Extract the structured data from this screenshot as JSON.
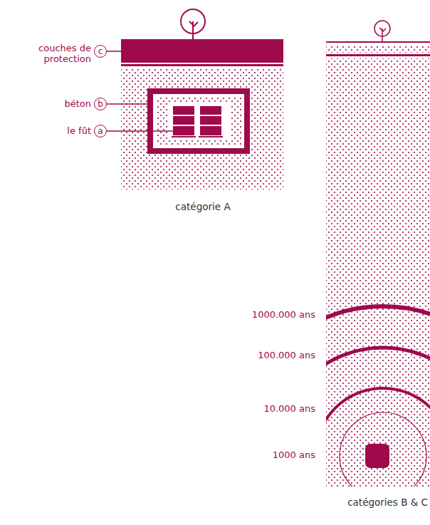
{
  "diagram": {
    "nodes": [
      {
        "text": [
          "c"
        ]
      },
      {
        "text": [
          "b"
        ]
      },
      {
        "text": [
          "a"
        ]
      }
    ],
    "labels": [
      "couches de protection",
      "béton",
      "le fût",
      "catégorie A",
      "1000.000 ans",
      "100.000 ans",
      "10.000 ans",
      "1000 ans",
      "catégories B & C"
    ]
  }
}
